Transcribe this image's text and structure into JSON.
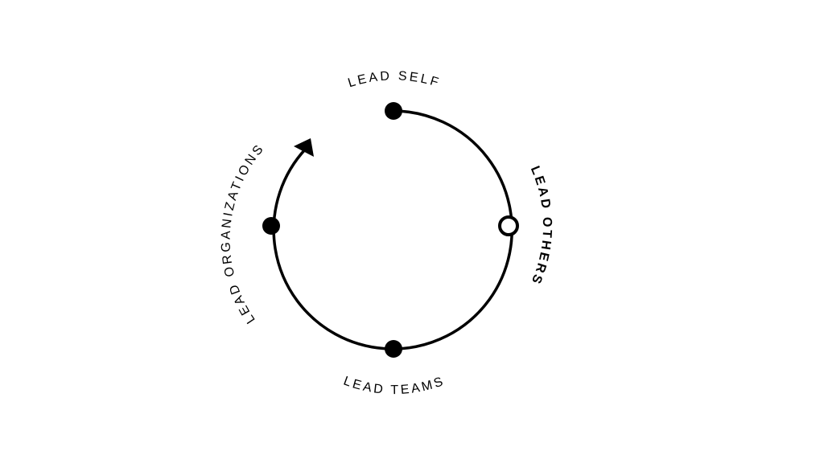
{
  "diagram": {
    "stages": [
      {
        "label": "LEAD SELF",
        "node": "filled"
      },
      {
        "label": "LEAD OTHERS",
        "node": "hollow",
        "emphasis": "bold"
      },
      {
        "label": "LEAD TEAMS",
        "node": "filled"
      },
      {
        "label": "LEAD ORGANIZATIONS",
        "node": "filled"
      }
    ],
    "direction": "clockwise",
    "colors": {
      "stroke": "#000000",
      "background": "#ffffff"
    }
  }
}
